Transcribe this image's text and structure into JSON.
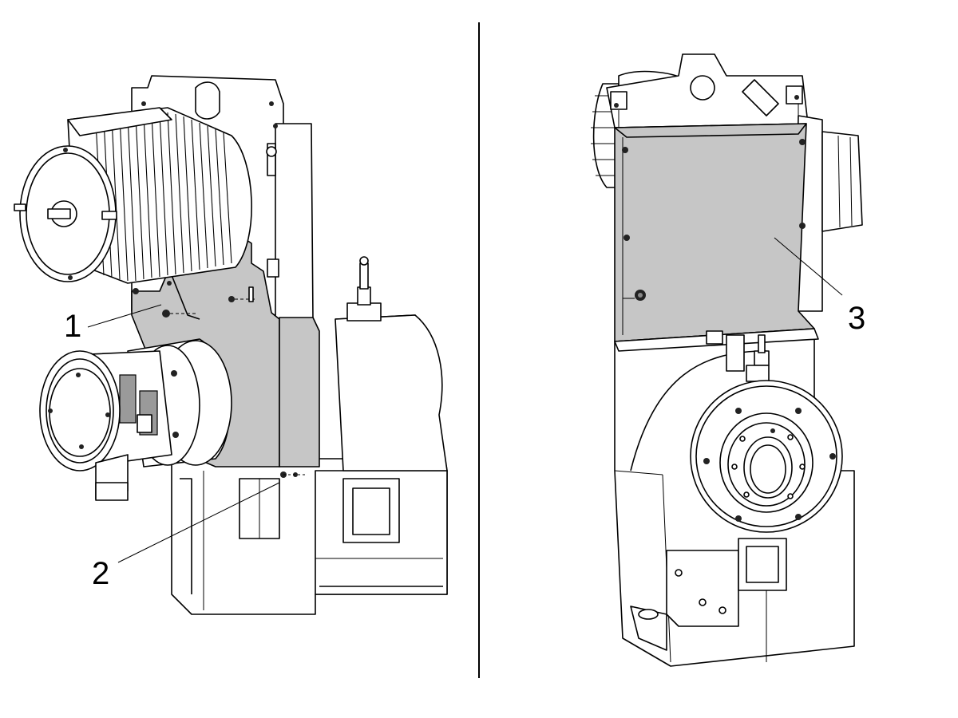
{
  "callouts": {
    "left": [
      {
        "label": "1"
      },
      {
        "label": "2"
      }
    ],
    "right": [
      {
        "label": "3"
      }
    ]
  },
  "colors": {
    "shaded_panel": "#c6c6c6",
    "line": "#000000",
    "background": "#ffffff"
  }
}
